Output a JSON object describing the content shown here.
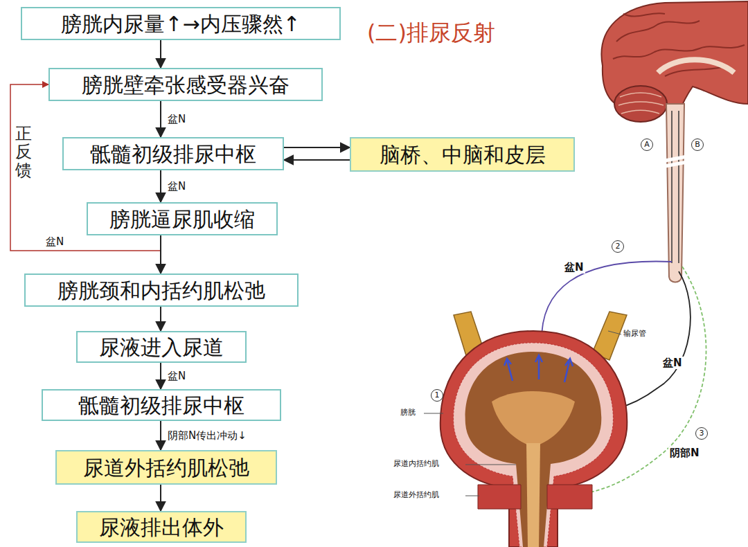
{
  "diagram": {
    "title": "(二)排尿反射",
    "nodes": [
      {
        "text": [
          "膀胱内尿量↑→内压骤然↑"
        ]
      },
      {
        "text": [
          "膀胱壁牵张感受器兴奋"
        ]
      },
      {
        "text": [
          "骶髓初级排尿中枢"
        ]
      },
      {
        "text": [
          "脑桥、中脑和皮层"
        ]
      },
      {
        "text": [
          "膀胱逼尿肌收缩"
        ]
      },
      {
        "text": [
          "膀胱颈和内括约肌松弛"
        ]
      },
      {
        "text": [
          "尿液进入尿道"
        ]
      },
      {
        "text": [
          "骶髓初级排尿中枢"
        ]
      },
      {
        "text": [
          "尿道外括约肌松弛"
        ]
      },
      {
        "text": [
          "尿液排出体外"
        ]
      }
    ],
    "edges": [
      {
        "from": 0,
        "to": 1,
        "arrow": "to"
      },
      {
        "from": 1,
        "to": 2,
        "arrow": "to",
        "label": "盆N"
      },
      {
        "from": 2,
        "to": 3,
        "arrow": "to"
      },
      {
        "from": 3,
        "to": 2,
        "arrow": "to"
      },
      {
        "from": 2,
        "to": 4,
        "arrow": "to",
        "label": "盆N"
      },
      {
        "from": 4,
        "to": 1,
        "arrow": "to",
        "label": "正反馈"
      },
      {
        "from": 4,
        "to": 5,
        "arrow": "to"
      },
      {
        "from": 5,
        "to": 6,
        "arrow": "to"
      },
      {
        "from": 6,
        "to": 7,
        "arrow": "to",
        "label": "盆N"
      },
      {
        "from": 7,
        "to": 8,
        "arrow": "to",
        "label": "阴部N传出冲动↓"
      },
      {
        "from": 8,
        "to": 9,
        "arrow": "to"
      }
    ],
    "labels": [
      "盆N",
      "A",
      "B",
      "2",
      "盆N",
      "输尿管",
      "盆N",
      "1",
      "膀胱",
      "3",
      "阴部N",
      "尿道内括约肌",
      "尿道外括约肌"
    ]
  }
}
